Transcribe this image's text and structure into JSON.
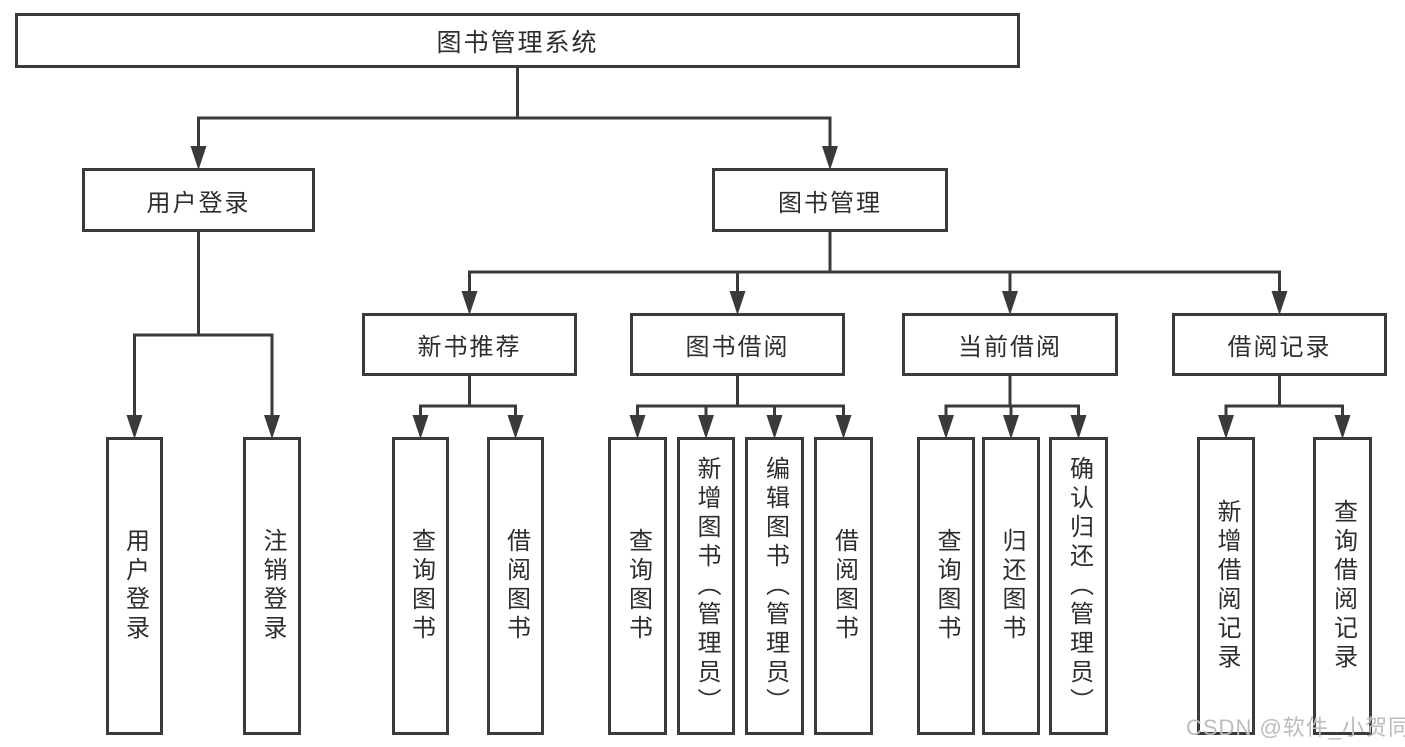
{
  "diagram": {
    "title": "图书管理系统",
    "type": "hierarchy-tree",
    "colors": {
      "line": "#3a3a3a",
      "text": "#2e2e2e",
      "background": "#ffffff",
      "watermark": "#bcbcbc"
    },
    "watermark": "CSDN @软件_小贺同学",
    "nodes": [
      {
        "id": "root",
        "label": "图书管理系统",
        "parent": null
      },
      {
        "id": "login",
        "label": "用户登录",
        "parent": "root"
      },
      {
        "id": "mgmt",
        "label": "图书管理",
        "parent": "root"
      },
      {
        "id": "newbook",
        "label": "新书推荐",
        "parent": "mgmt"
      },
      {
        "id": "borrow",
        "label": "图书借阅",
        "parent": "mgmt"
      },
      {
        "id": "current",
        "label": "当前借阅",
        "parent": "mgmt"
      },
      {
        "id": "records",
        "label": "借阅记录",
        "parent": "mgmt"
      },
      {
        "id": "login-user",
        "label": "用户登录",
        "parent": "login"
      },
      {
        "id": "login-logout",
        "label": "注销登录",
        "parent": "login"
      },
      {
        "id": "newbook-query",
        "label": "查询图书",
        "parent": "newbook"
      },
      {
        "id": "newbook-borrow",
        "label": "借阅图书",
        "parent": "newbook"
      },
      {
        "id": "borrow-query",
        "label": "查询图书",
        "parent": "borrow"
      },
      {
        "id": "borrow-add",
        "label": "新增图书（管理员）",
        "parent": "borrow"
      },
      {
        "id": "borrow-edit",
        "label": "编辑图书（管理员）",
        "parent": "borrow"
      },
      {
        "id": "borrow-lend",
        "label": "借阅图书",
        "parent": "borrow"
      },
      {
        "id": "current-query",
        "label": "查询图书",
        "parent": "current"
      },
      {
        "id": "current-return",
        "label": "归还图书",
        "parent": "current"
      },
      {
        "id": "current-confirm",
        "label": "确认归还（管理员）",
        "parent": "current"
      },
      {
        "id": "records-add",
        "label": "新增借阅记录",
        "parent": "records"
      },
      {
        "id": "records-query",
        "label": "查询借阅记录",
        "parent": "records"
      }
    ]
  }
}
